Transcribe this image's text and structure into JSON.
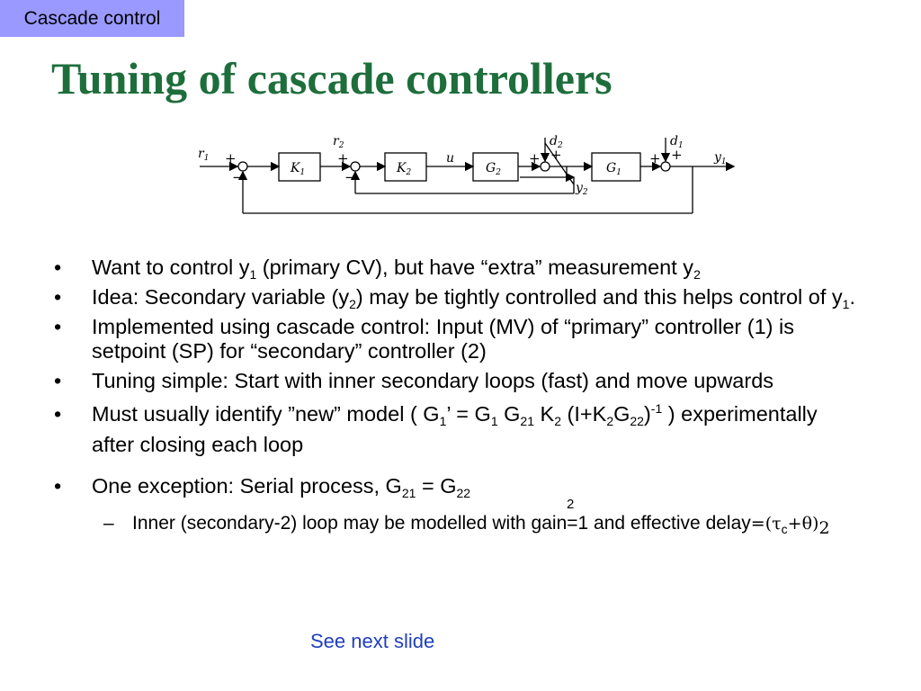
{
  "header": {
    "tag": "Cascade control",
    "title": "Tuning of cascade controllers"
  },
  "diagram": {
    "r1": "r",
    "r1_sub": "1",
    "r2": "r",
    "r2_sub": "2",
    "K1": "K",
    "K1_sub": "1",
    "K2": "K",
    "K2_sub": "2",
    "G2": "G",
    "G2_sub": "2",
    "G1": "G",
    "G1_sub": "1",
    "u": "u",
    "d2": "d",
    "d2_sub": "2",
    "d1": "d",
    "d1_sub": "1",
    "y1": "y",
    "y1_sub": "1",
    "y2": "y",
    "y2_sub": "2",
    "plus": "+",
    "minus": "−"
  },
  "bullets": {
    "dot": "•",
    "b1": {
      "a": "Want to control y",
      "sub1": "1",
      "b": " (primary CV), but have “extra” measurement y",
      "sub2": "2"
    },
    "b2": {
      "a": "Idea: Secondary variable (y",
      "sub1": "2",
      "b": ") may be tightly controlled and this helps control of y",
      "sub2": "1",
      "c": "."
    },
    "b3": "Implemented using cascade control: Input (MV) of “primary” controller (1) is setpoint (SP) for “secondary” controller (2)",
    "b4": "Tuning simple: Start with inner secondary loops (fast) and move upwards",
    "b5": {
      "a": "Must usually identify ”new” model ( G",
      "s1": "1",
      "b": "’ = G",
      "s2": "1",
      "c": " G",
      "s3": "21",
      "d": " K",
      "s4": "2",
      "e": " (I+K",
      "s5": "2",
      "f": "G",
      "s6": "22",
      "g": ")",
      "sup1": "-1",
      "h": " ) experimentally after closing each loop"
    },
    "b6": {
      "a": "One exception: Serial process, G",
      "s1": "21",
      "b": " = G",
      "s2": "22",
      "stray": "2"
    },
    "sub": {
      "dash": "–",
      "a": "Inner (secondary-2) loop may be modelled with gain=1 and effective delay",
      "b": "=(",
      "tau": "τ",
      "tau_sub": "c",
      "c": "+",
      "theta": "θ",
      "d": ")",
      "d_sub": "2"
    }
  },
  "link": "See next slide"
}
